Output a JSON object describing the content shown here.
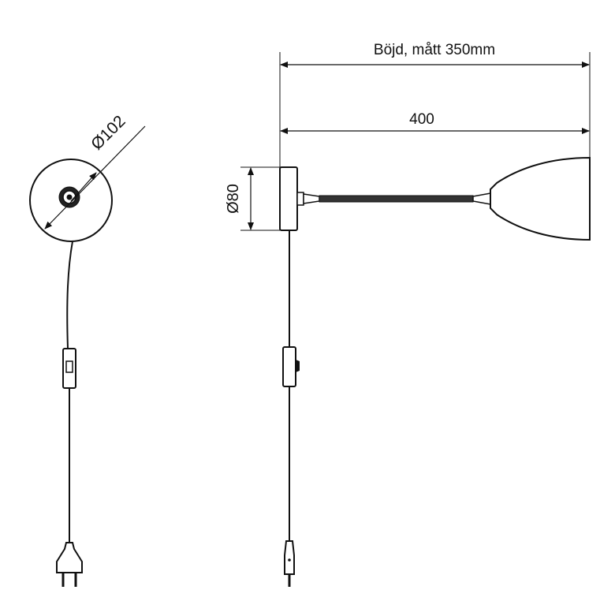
{
  "dimensions": {
    "bent_length": "Böjd, mått 350mm",
    "total_length": "400",
    "base_diameter": "Ø80",
    "plate_diameter": "Ø102"
  },
  "colors": {
    "line": "#111111",
    "background": "#ffffff"
  }
}
